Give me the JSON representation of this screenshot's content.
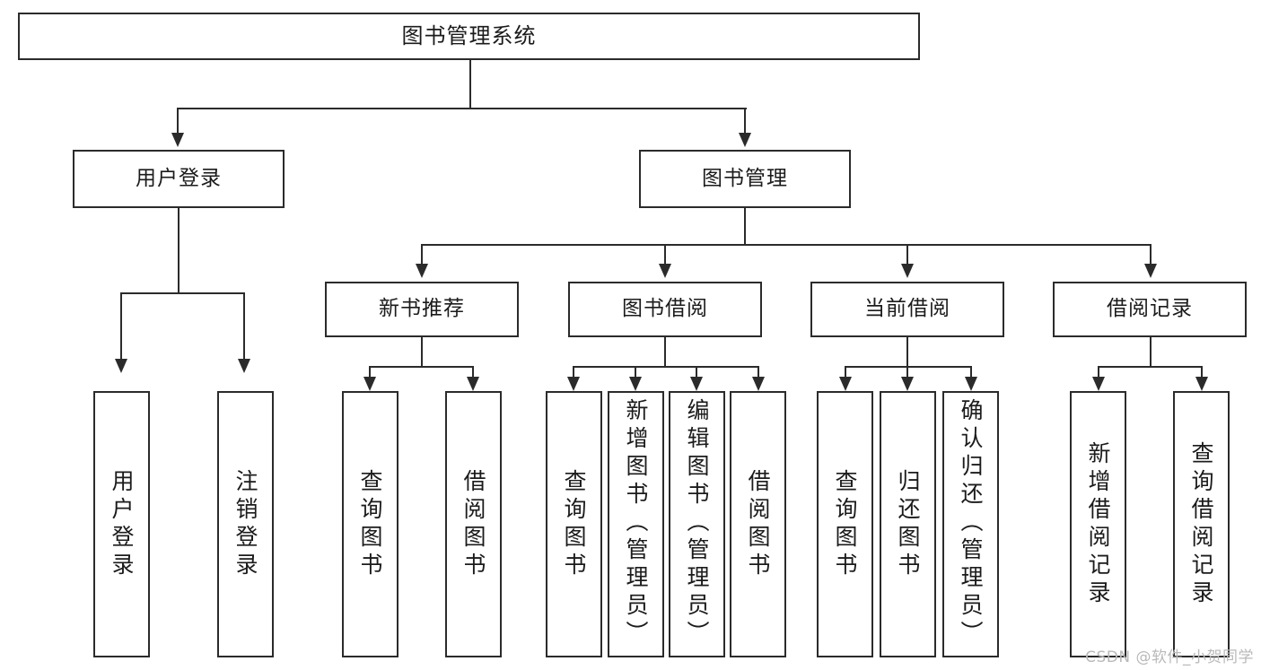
{
  "diagram": {
    "title": "图书管理系统",
    "root": {
      "label": "图书管理系统"
    },
    "level2": [
      {
        "label": "用户登录"
      },
      {
        "label": "图书管理"
      }
    ],
    "level3": [
      {
        "label": "新书推荐"
      },
      {
        "label": "图书借阅"
      },
      {
        "label": "当前借阅"
      },
      {
        "label": "借阅记录"
      }
    ],
    "leaves": {
      "user_login": [
        {
          "label": "用户登录"
        },
        {
          "label": "注销登录"
        }
      ],
      "new_book": [
        {
          "label": "查询图书"
        },
        {
          "label": "借阅图书"
        }
      ],
      "borrow_book": [
        {
          "label": "查询图书"
        },
        {
          "label": "新增图书（管理员）"
        },
        {
          "label": "编辑图书（管理员）"
        },
        {
          "label": "借阅图书"
        }
      ],
      "current_borrow": [
        {
          "label": "查询图书"
        },
        {
          "label": "归还图书"
        },
        {
          "label": "确认归还（管理员）"
        }
      ],
      "borrow_record": [
        {
          "label": "新增借阅记录"
        },
        {
          "label": "查询借阅记录"
        }
      ]
    }
  },
  "watermark": {
    "text": "CSDN @软件_小贺同学"
  },
  "colors": {
    "stroke": "#2b2b2b",
    "background": "#ffffff",
    "text": "#1b1b1b",
    "watermark": "#b9b9b9"
  }
}
